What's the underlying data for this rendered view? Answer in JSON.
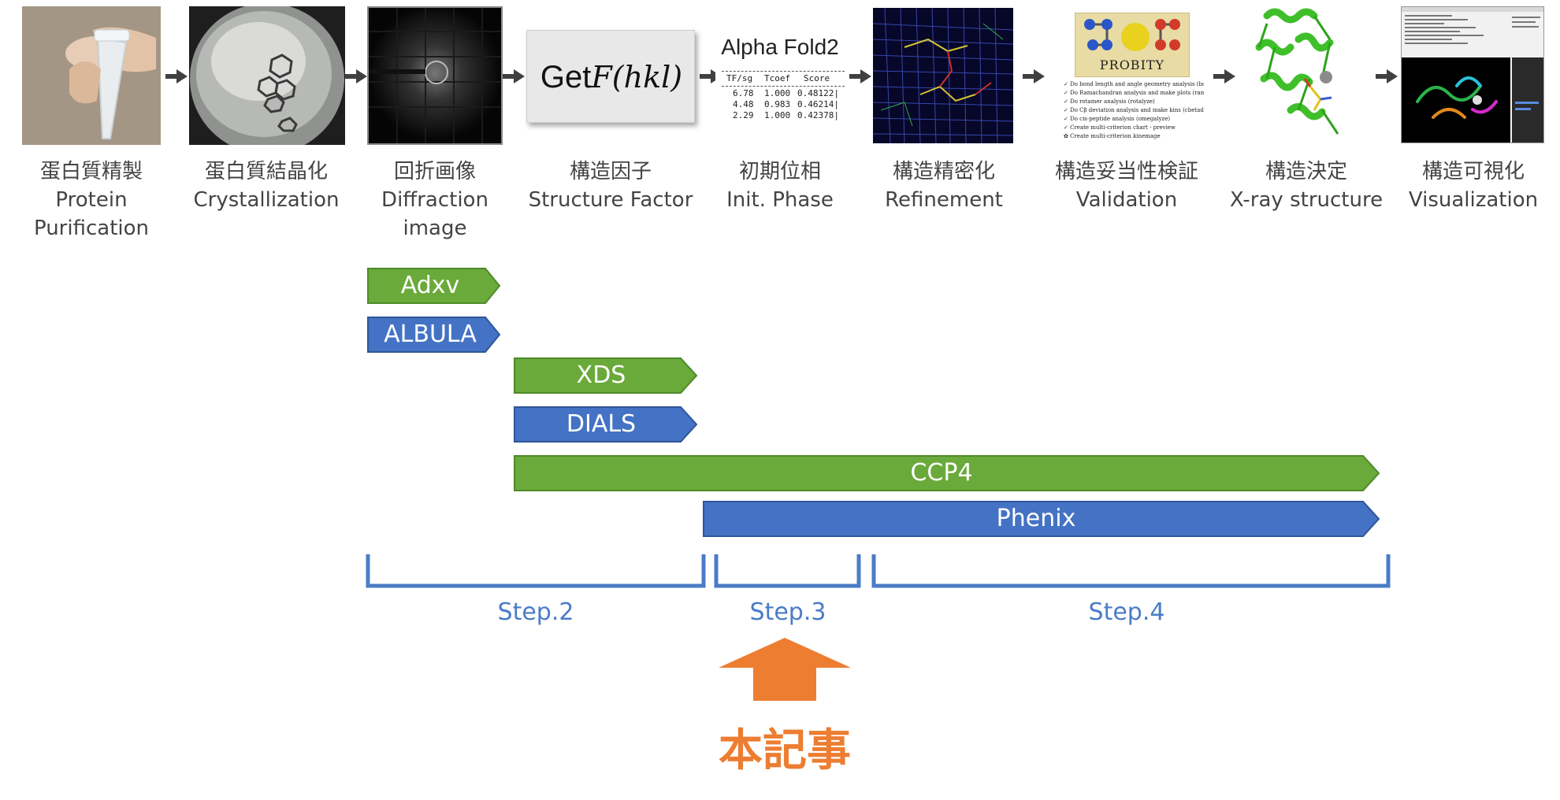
{
  "stages": [
    {
      "ja": "蛋白質精製",
      "en": [
        "Protein",
        "Purification"
      ],
      "icon": "protein-tube-photo"
    },
    {
      "ja": "蛋白質結晶化",
      "en": [
        "Crystallization"
      ],
      "icon": "crystal-drop-photo"
    },
    {
      "ja": "回折画像",
      "en": [
        "Diffraction",
        "image"
      ],
      "icon": "diffraction-image"
    },
    {
      "ja": "構造因子",
      "en": [
        "Structure Factor"
      ],
      "icon": "structure-factor-formula"
    },
    {
      "ja": "初期位相",
      "en": [
        "Init. Phase"
      ],
      "icon": "alphafold-table"
    },
    {
      "ja": "構造精密化",
      "en": [
        "Refinement"
      ],
      "icon": "electron-density-map"
    },
    {
      "ja": "構造妥当性検証",
      "en": [
        "Validation"
      ],
      "icon": "molprobity-logo"
    },
    {
      "ja": "構造決定",
      "en": [
        "X-ray structure"
      ],
      "icon": "protein-ribbon"
    },
    {
      "ja": "構造可視化",
      "en": [
        "Visualization"
      ],
      "icon": "viewer-screenshot"
    }
  ],
  "structure_factor": {
    "prefix": "Get",
    "formula": "F(hkl)"
  },
  "alphafold": {
    "title": "Alpha Fold2",
    "headers": [
      "TF/sg",
      "Tcoef",
      "Score"
    ],
    "rows": [
      [
        "6.78",
        "1.000",
        "0.48122|"
      ],
      [
        "4.48",
        "0.983",
        "0.46214|"
      ],
      [
        "2.29",
        "1.000",
        "0.42378|"
      ]
    ]
  },
  "molprobity": {
    "logo": "PROBITY",
    "items": [
      "Do bond length and angle geometry analysis (bo_geo)",
      "Do Ramachandran analysis and make plots (ramalyze)",
      "Do rotamer analysis (rotalyze)",
      "Do Cβ deviation analysis and make kins (cbetadev) - ps",
      "Do cis-peptide analysis (omegalyze)",
      "Create multi-criterion chart - preview",
      "Create multi-criterion kinemage"
    ]
  },
  "tools": [
    {
      "name": "Adxv",
      "color": "green"
    },
    {
      "name": "ALBULA",
      "color": "blue"
    },
    {
      "name": "XDS",
      "color": "green"
    },
    {
      "name": "DIALS",
      "color": "blue"
    },
    {
      "name": "CCP4",
      "color": "green"
    },
    {
      "name": "Phenix",
      "color": "blue"
    }
  ],
  "steps": [
    "Step.2",
    "Step.3",
    "Step.4"
  ],
  "highlight": "本記事",
  "colors": {
    "green": "#6aaa3a",
    "green_border": "#4e8a2a",
    "blue": "#4472c4",
    "blue_border": "#2f5597",
    "step_blue": "#4a7cc7",
    "orange": "#ed7d31",
    "arrow": "#404040"
  }
}
